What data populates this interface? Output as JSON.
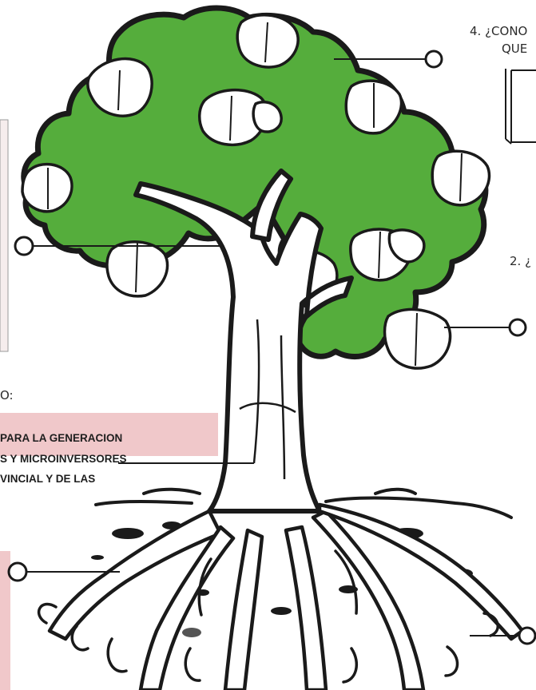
{
  "question_4": "4. ¿CONO",
  "question_4_line2": "QUE",
  "question_2": "2. ¿",
  "cut_label": "O:",
  "highlight_lines": [
    "PARA LA GENERACION",
    "S Y MICROINVERSORES",
    "VINCIAL Y DE LAS"
  ],
  "colors": {
    "foliage": "#55ad3c",
    "ink": "#1a1a1a",
    "leaf": "#ffffff",
    "pink_box": "#f0c8ca"
  },
  "icons": [
    "tree-illustration",
    "connector-circle"
  ]
}
